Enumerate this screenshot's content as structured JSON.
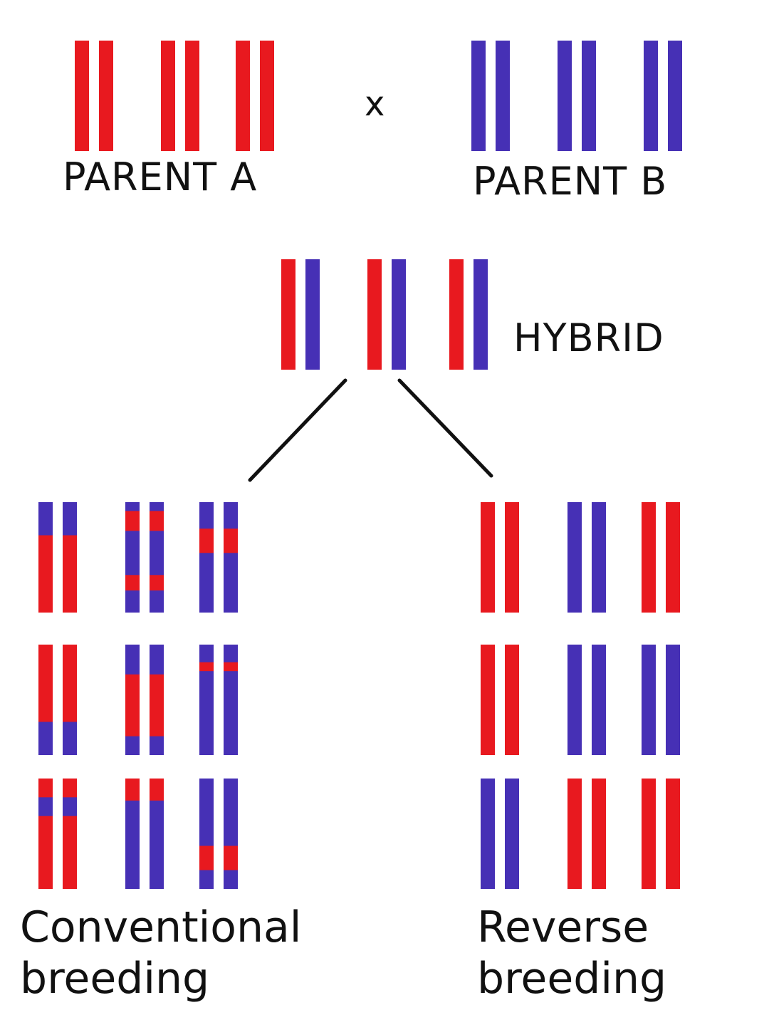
{
  "colors": {
    "red": "#E8191F",
    "blue": "#4630B5",
    "line": "#111111"
  },
  "labels": {
    "cross": "x",
    "parent_a": "PARENT A",
    "parent_b": "PARENT B",
    "hybrid": "HYBRID",
    "conventional": "Conventional\nbreeding",
    "reverse": "Reverse\nbreeding"
  },
  "chromosome_pairs": {
    "parent_a": [
      {
        "left": [
          [
            "red",
            1
          ]
        ],
        "right": [
          [
            "red",
            1
          ]
        ]
      },
      {
        "left": [
          [
            "red",
            1
          ]
        ],
        "right": [
          [
            "red",
            1
          ]
        ]
      },
      {
        "left": [
          [
            "red",
            1
          ]
        ],
        "right": [
          [
            "red",
            1
          ]
        ]
      }
    ],
    "parent_b": [
      {
        "left": [
          [
            "blue",
            1
          ]
        ],
        "right": [
          [
            "blue",
            1
          ]
        ]
      },
      {
        "left": [
          [
            "blue",
            1
          ]
        ],
        "right": [
          [
            "blue",
            1
          ]
        ]
      },
      {
        "left": [
          [
            "blue",
            1
          ]
        ],
        "right": [
          [
            "blue",
            1
          ]
        ]
      }
    ],
    "hybrid": [
      {
        "left": [
          [
            "red",
            1
          ]
        ],
        "right": [
          [
            "blue",
            1
          ]
        ]
      },
      {
        "left": [
          [
            "red",
            1
          ]
        ],
        "right": [
          [
            "blue",
            1
          ]
        ]
      },
      {
        "left": [
          [
            "red",
            1
          ]
        ],
        "right": [
          [
            "blue",
            1
          ]
        ]
      }
    ],
    "conventional": [
      {
        "left": [
          [
            "blue",
            0.3
          ],
          [
            "red",
            0.7
          ]
        ],
        "right": [
          [
            "blue",
            0.3
          ],
          [
            "red",
            0.7
          ]
        ]
      },
      {
        "left": [
          [
            "blue",
            0.08
          ],
          [
            "red",
            0.18
          ],
          [
            "blue",
            0.4
          ],
          [
            "red",
            0.14
          ],
          [
            "blue",
            0.2
          ]
        ],
        "right": [
          [
            "blue",
            0.08
          ],
          [
            "red",
            0.18
          ],
          [
            "blue",
            0.4
          ],
          [
            "red",
            0.14
          ],
          [
            "blue",
            0.2
          ]
        ]
      },
      {
        "left": [
          [
            "blue",
            0.24
          ],
          [
            "red",
            0.22
          ],
          [
            "blue",
            0.54
          ]
        ],
        "right": [
          [
            "blue",
            0.24
          ],
          [
            "red",
            0.22
          ],
          [
            "blue",
            0.54
          ]
        ]
      },
      {
        "left": [
          [
            "red",
            0.7
          ],
          [
            "blue",
            0.3
          ]
        ],
        "right": [
          [
            "red",
            0.7
          ],
          [
            "blue",
            0.3
          ]
        ]
      },
      {
        "left": [
          [
            "blue",
            0.27
          ],
          [
            "red",
            0.56
          ],
          [
            "blue",
            0.17
          ]
        ],
        "right": [
          [
            "blue",
            0.27
          ],
          [
            "red",
            0.56
          ],
          [
            "blue",
            0.17
          ]
        ]
      },
      {
        "left": [
          [
            "blue",
            0.16
          ],
          [
            "red",
            0.08
          ],
          [
            "blue",
            0.76
          ]
        ],
        "right": [
          [
            "blue",
            0.16
          ],
          [
            "red",
            0.08
          ],
          [
            "blue",
            0.76
          ]
        ]
      },
      {
        "left": [
          [
            "red",
            0.17
          ],
          [
            "blue",
            0.17
          ],
          [
            "red",
            0.66
          ]
        ],
        "right": [
          [
            "red",
            0.17
          ],
          [
            "blue",
            0.17
          ],
          [
            "red",
            0.66
          ]
        ]
      },
      {
        "left": [
          [
            "red",
            0.2
          ],
          [
            "blue",
            0.8
          ]
        ],
        "right": [
          [
            "red",
            0.2
          ],
          [
            "blue",
            0.8
          ]
        ]
      },
      {
        "left": [
          [
            "blue",
            0.61
          ],
          [
            "red",
            0.22
          ],
          [
            "blue",
            0.17
          ]
        ],
        "right": [
          [
            "blue",
            0.61
          ],
          [
            "red",
            0.22
          ],
          [
            "blue",
            0.17
          ]
        ]
      }
    ],
    "reverse": [
      {
        "left": [
          [
            "red",
            1
          ]
        ],
        "right": [
          [
            "red",
            1
          ]
        ]
      },
      {
        "left": [
          [
            "blue",
            1
          ]
        ],
        "right": [
          [
            "blue",
            1
          ]
        ]
      },
      {
        "left": [
          [
            "red",
            1
          ]
        ],
        "right": [
          [
            "red",
            1
          ]
        ]
      },
      {
        "left": [
          [
            "red",
            1
          ]
        ],
        "right": [
          [
            "red",
            1
          ]
        ]
      },
      {
        "left": [
          [
            "blue",
            1
          ]
        ],
        "right": [
          [
            "blue",
            1
          ]
        ]
      },
      {
        "left": [
          [
            "blue",
            1
          ]
        ],
        "right": [
          [
            "blue",
            1
          ]
        ]
      },
      {
        "left": [
          [
            "blue",
            1
          ]
        ],
        "right": [
          [
            "blue",
            1
          ]
        ]
      },
      {
        "left": [
          [
            "red",
            1
          ]
        ],
        "right": [
          [
            "red",
            1
          ]
        ]
      },
      {
        "left": [
          [
            "red",
            1
          ]
        ],
        "right": [
          [
            "red",
            1
          ]
        ]
      }
    ]
  }
}
